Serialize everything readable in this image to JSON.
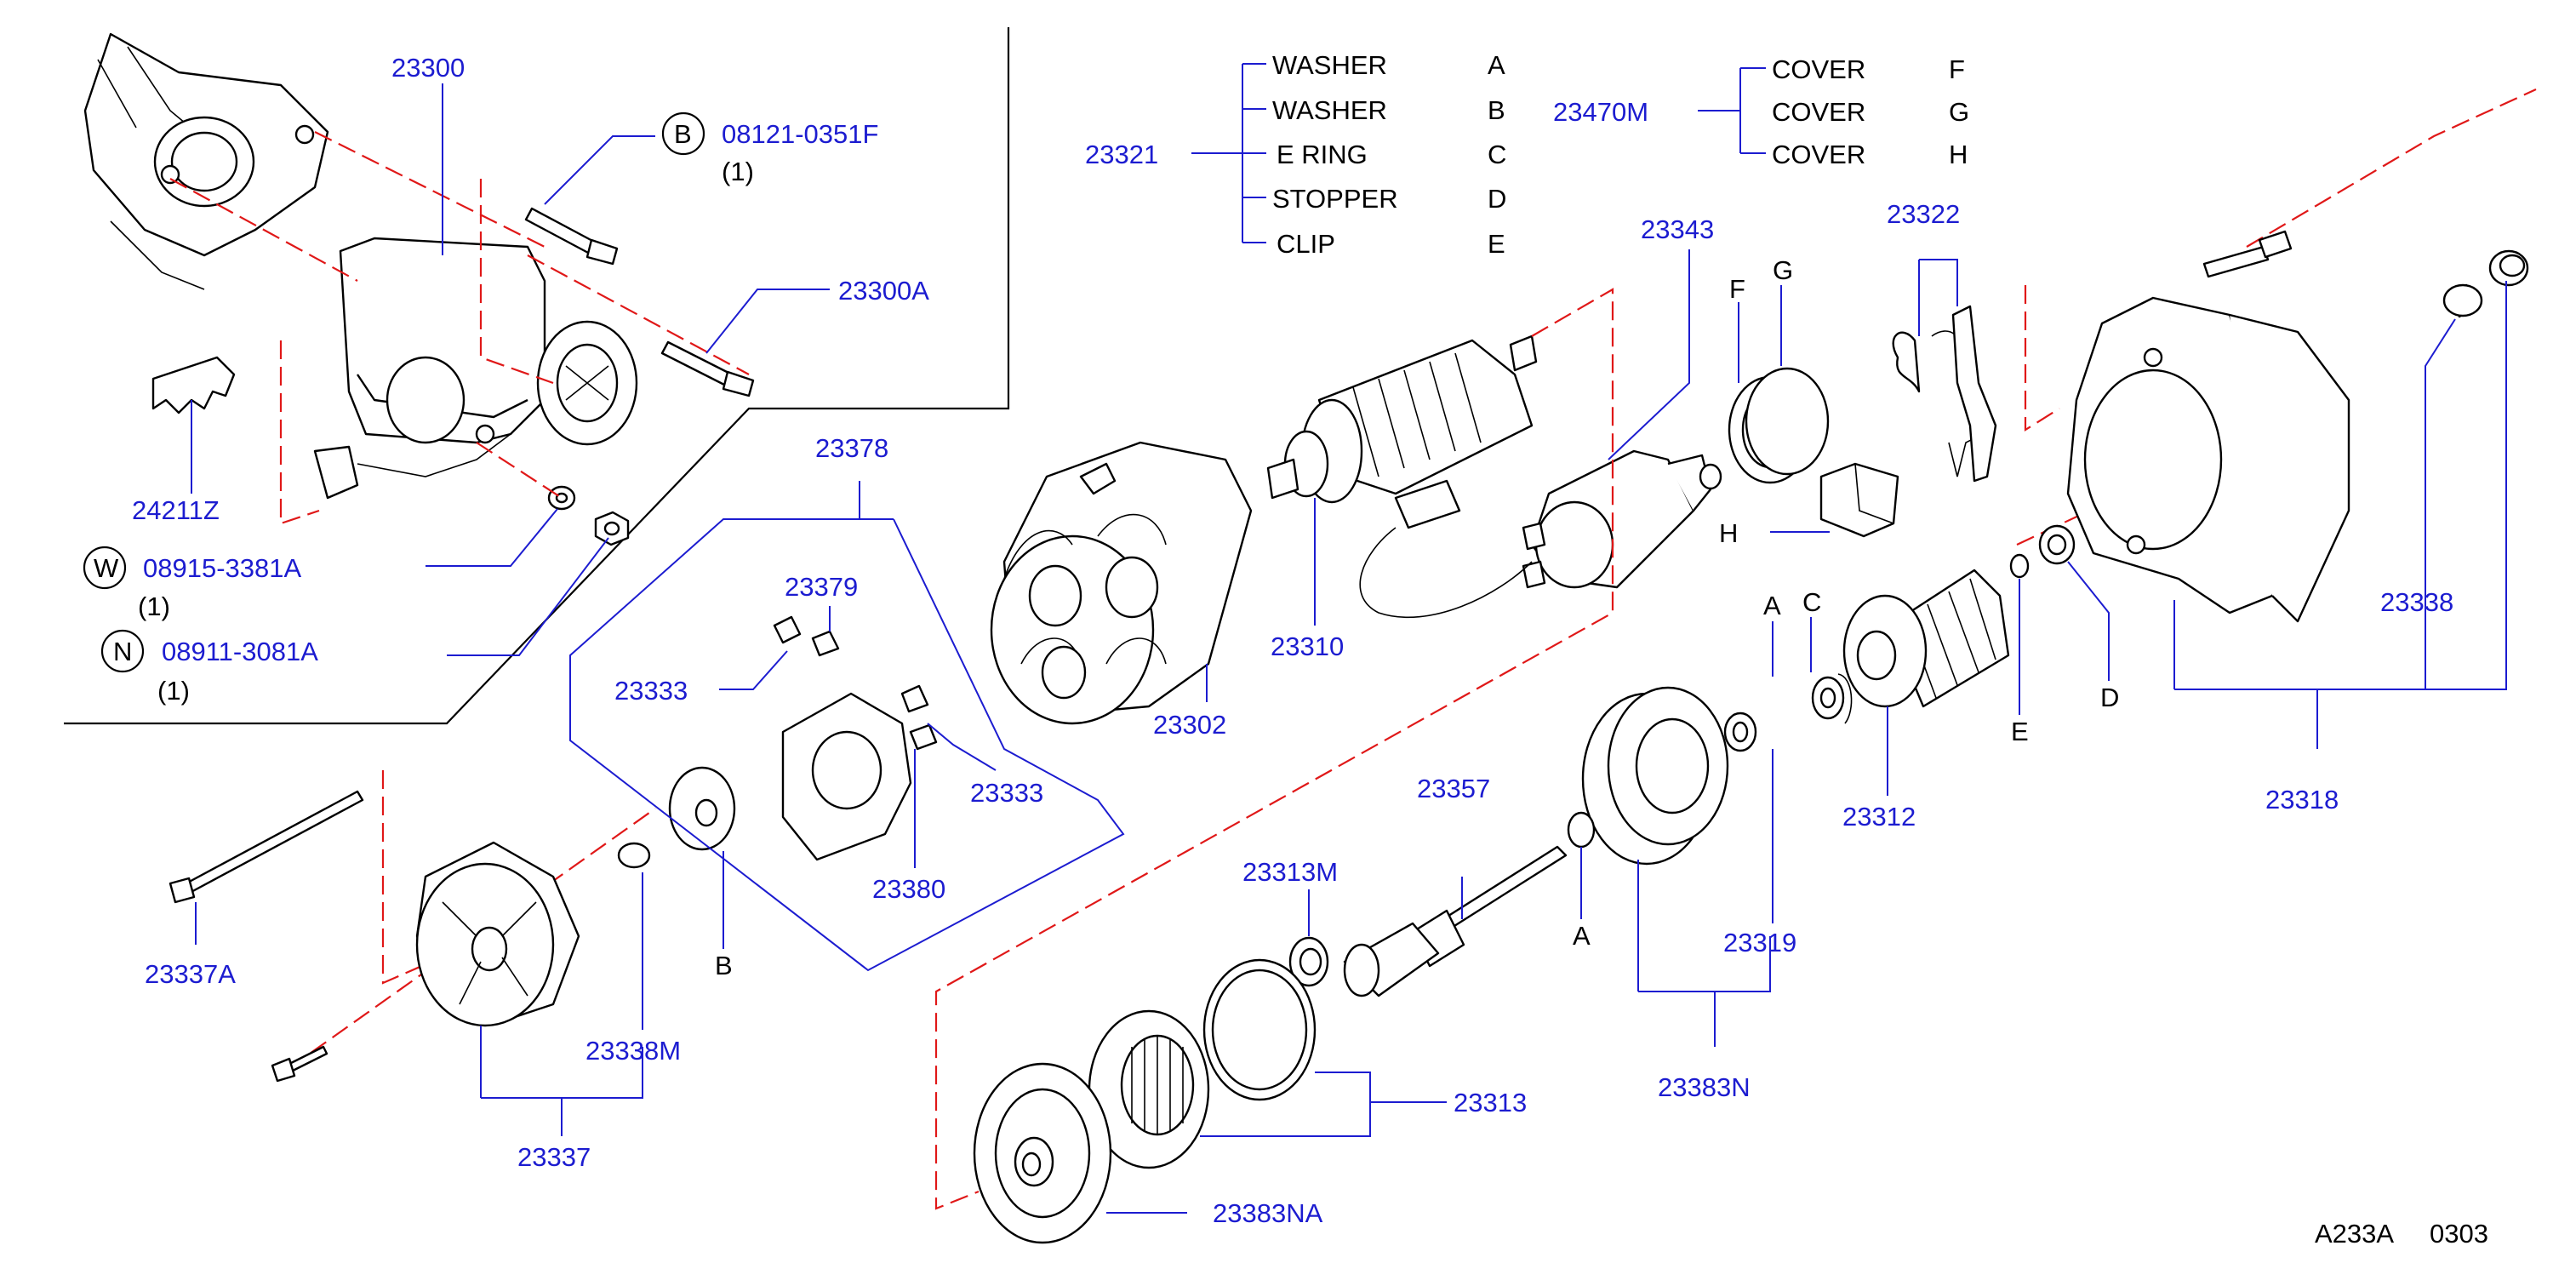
{
  "colors": {
    "part_number": "#1c1cd0",
    "text": "#000000",
    "assembly_line": "#e01818"
  },
  "labels": {
    "p23300": "23300",
    "p23300A": "23300A",
    "b_marker": "B",
    "b_part": "08121-0351F",
    "b_qty": "(1)",
    "p24211Z": "24211Z",
    "w_marker": "W",
    "w_part": "08915-3381A",
    "w_qty": "(1)",
    "n_marker": "N",
    "n_part": "08911-3081A",
    "n_qty": "(1)",
    "p23378": "23378",
    "p23379": "23379",
    "p23333_a": "23333",
    "p23333_b": "23333",
    "p23380": "23380",
    "p23302": "23302",
    "p23310": "23310",
    "p23343": "23343",
    "p23322": "23322",
    "f_letter": "F",
    "g_letter": "G",
    "h_letter": "H",
    "a_letter_1": "A",
    "c_letter": "C",
    "e_letter": "E",
    "d_letter": "D",
    "a_letter_2": "A",
    "b_letter": "B",
    "p23312": "23312",
    "p23318": "23318",
    "p23338": "23338",
    "p23357": "23357",
    "p23313M": "23313M",
    "p23319": "23319",
    "p23383N": "23383N",
    "p23313": "23313",
    "p23383NA": "23383NA",
    "p23337A": "23337A",
    "p23338M": "23338M",
    "p23337": "23337",
    "code": "A233A",
    "date": "0303"
  },
  "legend_23321": {
    "number": "23321",
    "items": [
      {
        "name": "WASHER",
        "code": "A"
      },
      {
        "name": "WASHER",
        "code": "B"
      },
      {
        "name": "E RING",
        "code": "C"
      },
      {
        "name": "STOPPER",
        "code": "D"
      },
      {
        "name": "CLIP",
        "code": "E"
      }
    ]
  },
  "legend_23470M": {
    "number": "23470M",
    "items": [
      {
        "name": "COVER",
        "code": "F"
      },
      {
        "name": "COVER",
        "code": "G"
      },
      {
        "name": "COVER",
        "code": "H"
      }
    ]
  }
}
